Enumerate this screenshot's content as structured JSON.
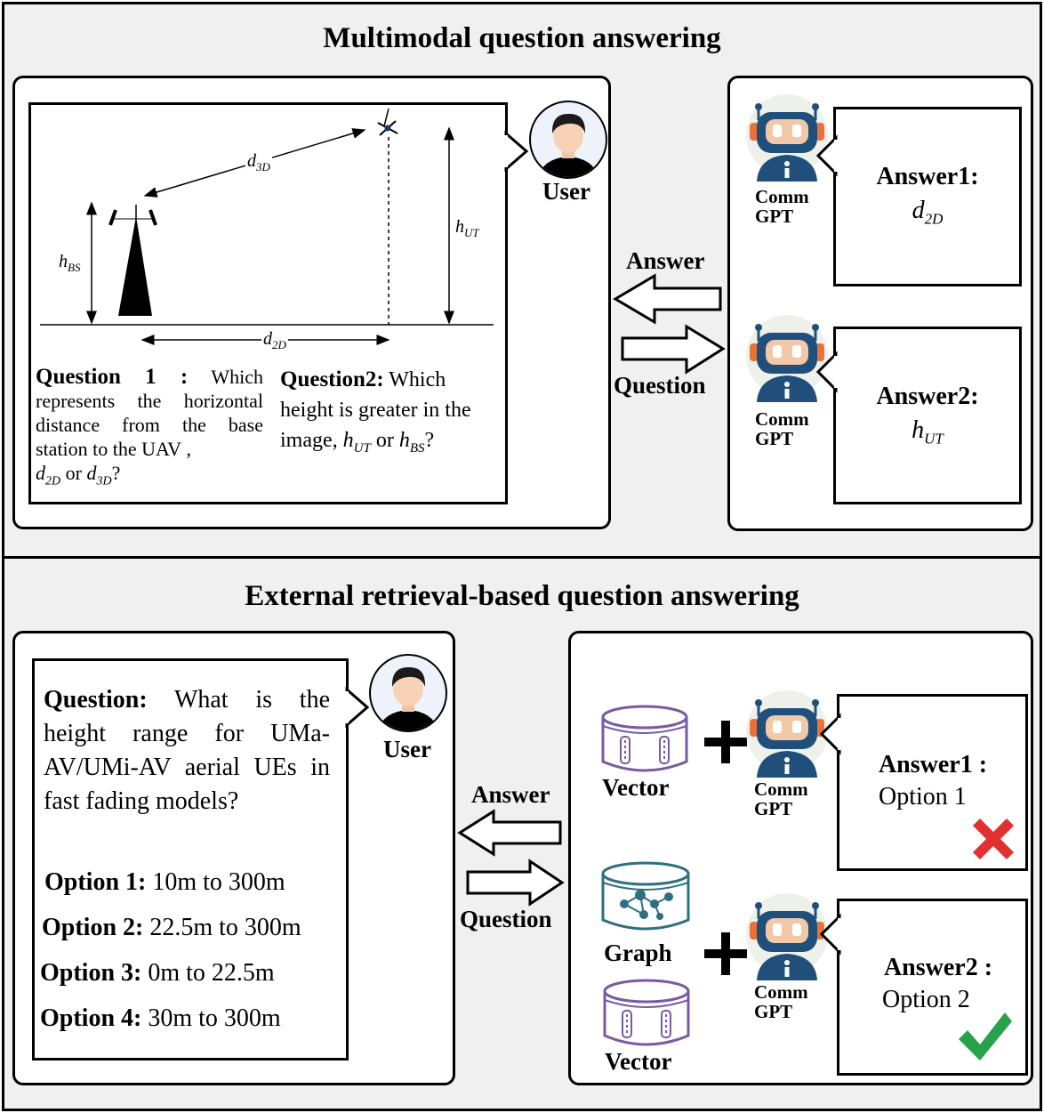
{
  "top": {
    "title": "Multimodal question answering",
    "figure": {
      "d3d_base": "d",
      "d3d_sub": "3D",
      "hut_base": "h",
      "hut_sub": "UT",
      "hbs_base": "h",
      "hbs_sub": "BS",
      "d2d_base": "d",
      "d2d_sub": "2D"
    },
    "question1": {
      "label": "Question 1 :",
      "text": "Which represents the horizontal distance from the base station to the UAV ,",
      "opt_a_base": "d",
      "opt_a_sub": "2D",
      "connector": "or",
      "opt_b_base": "d",
      "opt_b_sub": "3D",
      "end": "?"
    },
    "question2": {
      "label": "Question2:",
      "text": "Which height is greater in the image,",
      "opt_a_base": "h",
      "opt_a_sub": "UT",
      "connector": "or",
      "opt_b_base": "h",
      "opt_b_sub": "BS",
      "end": "?"
    },
    "user_label": "User",
    "answer_arrow_label": "Answer",
    "question_arrow_label": "Question",
    "agent1_label_line1": "Comm",
    "agent1_label_line2": "GPT",
    "agent2_label_line1": "Comm",
    "agent2_label_line2": "GPT",
    "answer1": {
      "label": "Answer1:",
      "value_base": "d",
      "value_sub": "2D"
    },
    "answer2": {
      "label": "Answer2:",
      "value_base": "h",
      "value_sub": "UT"
    }
  },
  "bottom": {
    "title": "External retrieval-based question answering",
    "question": {
      "label": "Question:",
      "text": "What is the height range for UMa-AV/UMi-AV aerial UEs in fast fading models?"
    },
    "options": [
      {
        "label": "Option 1:",
        "value": "10m to 300m"
      },
      {
        "label": "Option 2:",
        "value": "22.5m to 300m"
      },
      {
        "label": "Option 3:",
        "value": "0m to 22.5m"
      },
      {
        "label": "Option 4:",
        "value": "30m to 300m"
      }
    ],
    "user_label": "User",
    "answer_arrow_label": "Answer",
    "question_arrow_label": "Question",
    "db_vector_label_1": "Vector",
    "db_graph_label": "Graph",
    "db_vector_label_2": "Vector",
    "agent1_label_line1": "Comm",
    "agent1_label_line2": "GPT",
    "agent2_label_line1": "Comm",
    "agent2_label_line2": "GPT",
    "answer1": {
      "label": "Answer1 :",
      "value": "Option 1"
    },
    "answer2": {
      "label": "Answer2 :",
      "value": "Option 2"
    }
  },
  "colors": {
    "panel_bg": "#f0f0f0",
    "robot_blue": "#1f4f7a",
    "robot_orange": "#e8733a",
    "db_purple": "#7a5aa0",
    "db_teal": "#2f6f80",
    "cross_red": "#e03030",
    "check_green": "#27a24a"
  },
  "icons": [
    "user-avatar-icon",
    "robot-icon",
    "tower-icon",
    "uav-icon",
    "vector-database-icon",
    "graph-database-icon",
    "cross-icon",
    "check-icon",
    "plus-icon",
    "arrow-left-icon",
    "arrow-right-icon"
  ]
}
